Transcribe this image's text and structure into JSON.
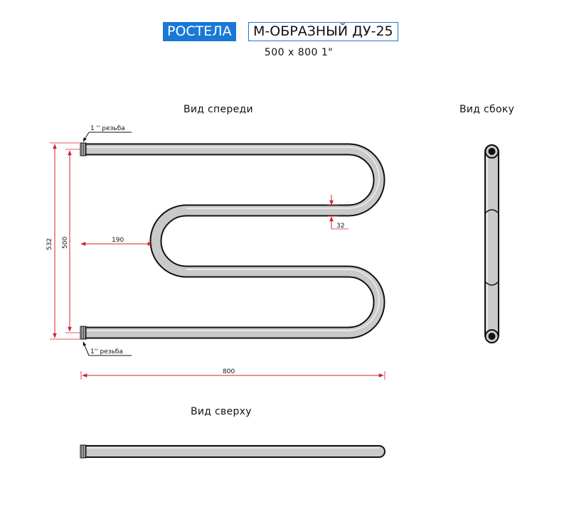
{
  "header": {
    "brand": "РОСТЕЛА",
    "model": "М-ОБРАЗНЫЙ ДУ-25",
    "size": "500 x 800 1\""
  },
  "views": {
    "front": "Вид спереди",
    "side": "Вид сбоку",
    "top": "Вид сверху"
  },
  "dimensions": {
    "total_height": "532",
    "axis_height": "500",
    "offset": "190",
    "bend": "32",
    "width": "800",
    "thread_top": "1 '' резьба",
    "thread_bottom": "1'' резьба"
  },
  "colors": {
    "brand_bg": "#1a78d6",
    "dimension_line": "#d4202a",
    "pipe_fill": "#c9c9c9"
  }
}
